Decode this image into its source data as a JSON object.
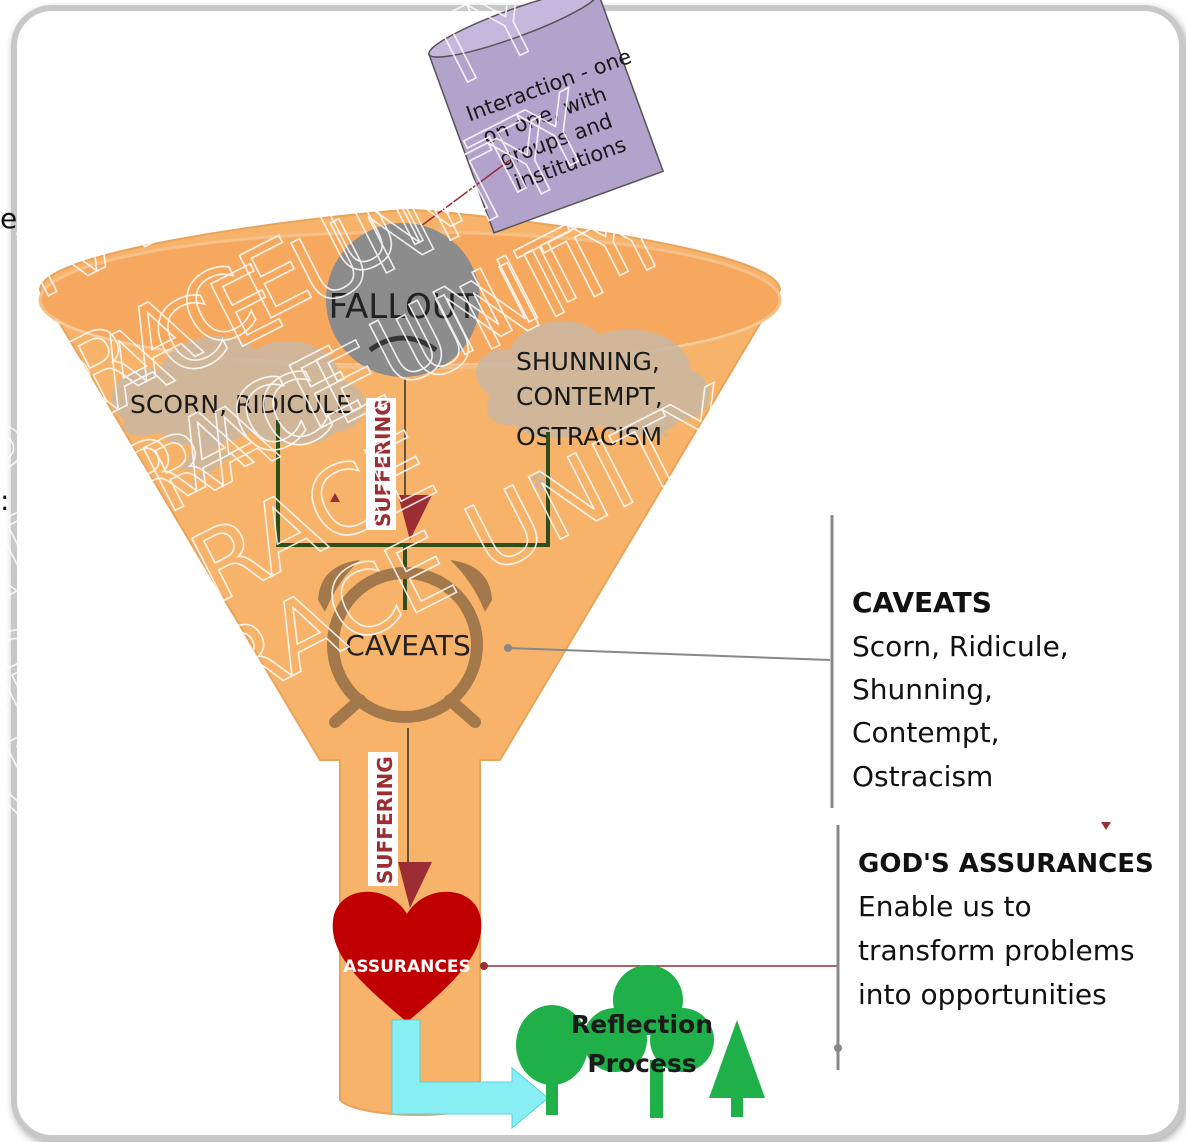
{
  "input_box": {
    "lines": [
      "Interaction - one",
      "on one, with",
      "groups and",
      "institutions"
    ]
  },
  "funnel": {
    "fallout_label": "FALLOUT",
    "cloud_left_label": "SCORN, RIDICULE",
    "cloud_right_lines": [
      "SHUNNING,",
      "CONTEMPT,",
      "OSTRACISM"
    ],
    "suffering_upper": "SUFFERING",
    "suffering_lower": "SUFFERING",
    "caveats_label": "CAVEATS",
    "assurances_label": "ASSURANCES",
    "reflection_lines": [
      "Reflection",
      "Process"
    ]
  },
  "side_caveats": {
    "title": "CAVEATS",
    "lines": [
      "Scorn, Ridicule,",
      "Shunning,",
      "Contempt,",
      "Ostracism"
    ]
  },
  "side_assurances": {
    "title": "GOD'S ASSURANCES",
    "lines": [
      "Enable us to",
      "transform problems",
      "into opportunities"
    ]
  },
  "watermark": {
    "lines": [
      "RACE UNITY",
      "RACE UNITY",
      "RACE UNITY",
      "S RACE UNITY",
      "RDS RACE UNITY",
      "ARDS RACE",
      "ARDS RACE UNITY"
    ]
  },
  "colors": {
    "funnel": "#f8b36a",
    "funnel_edge": "#e9a45c",
    "face": "#8c8c8c",
    "cloud": "#c9b7a2",
    "alarm": "#a3784a",
    "heart": "#c00000",
    "arrow_dark": "#9b2d33",
    "bracket": "#2f4f1a",
    "cyan_arrow": "#88f0f5",
    "tree": "#1fb04a",
    "input_box": "#b2a2cc",
    "divider": "#888888"
  }
}
